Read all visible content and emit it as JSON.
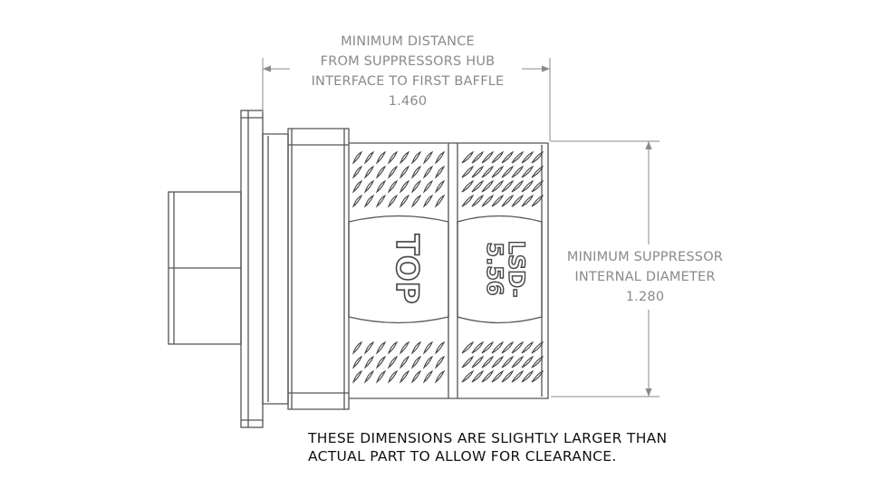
{
  "dimensions": {
    "hub_to_first_baffle": {
      "lines": [
        "MINIMUM DISTANCE",
        "FROM SUPPRESSORS HUB",
        "INTERFACE TO FIRST BAFFLE"
      ],
      "value": "1.460"
    },
    "internal_diameter": {
      "lines": [
        "MINIMUM SUPPRESSOR",
        "INTERNAL DIAMETER"
      ],
      "value": "1.280"
    }
  },
  "part_markings": {
    "top": "TOP",
    "model_line1": "LSD-",
    "model_line2": "5.56"
  },
  "note": {
    "lines": [
      "THESE DIMENSIONS ARE SLIGHTLY LARGER THAN",
      "ACTUAL PART TO ALLOW FOR CLEARANCE."
    ]
  },
  "colors": {
    "outline": "#555555",
    "dimension": "#8a8a8a",
    "note": "#111111"
  }
}
